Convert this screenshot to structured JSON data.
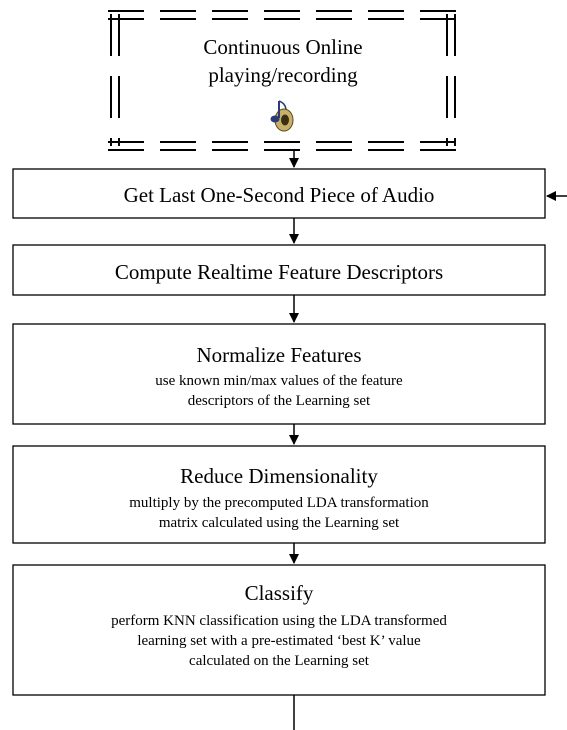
{
  "start": {
    "line1": "Continuous Online",
    "line2": "playing/recording",
    "icon": "music-speaker-icon"
  },
  "steps": [
    {
      "title": "Get Last One-Second Piece of Audio"
    },
    {
      "title": "Compute Realtime Feature Descriptors"
    },
    {
      "title": "Normalize Features",
      "desc1": "use known min/max values of the feature",
      "desc2": "descriptors of the Learning set"
    },
    {
      "title": "Reduce Dimensionality",
      "desc1": "multiply by the precomputed LDA transformation",
      "desc2": "matrix calculated using the Learning set"
    },
    {
      "title": "Classify",
      "desc1": "perform KNN classification using the LDA transformed",
      "desc2": "learning set with a pre-estimated ‘best K’ value",
      "desc3": "calculated on the Learning set"
    }
  ]
}
